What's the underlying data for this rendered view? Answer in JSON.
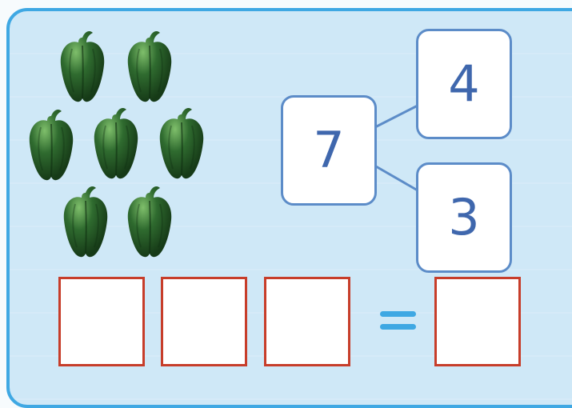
{
  "number_bond": {
    "whole": "7",
    "part_top": "4",
    "part_bottom": "3"
  },
  "peppers": {
    "count": 7,
    "icon": "green-bell-pepper-icon"
  },
  "equation": {
    "boxes": [
      "",
      "",
      ""
    ],
    "result": ""
  },
  "colors": {
    "panel_fill": "#cfe8f7",
    "panel_border": "#3fa8e3",
    "number_text": "#3f67ad",
    "answer_border": "#c73d2a",
    "equals_sign": "#3fa8e3",
    "pepper_green": "#2f6b2f"
  }
}
